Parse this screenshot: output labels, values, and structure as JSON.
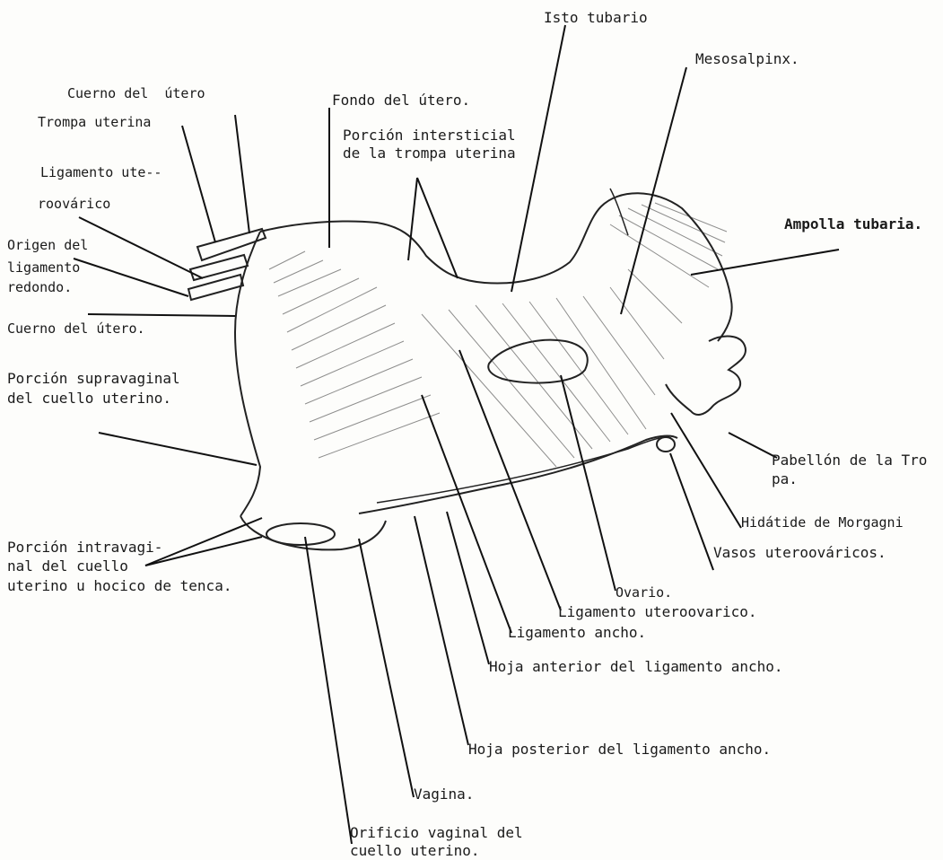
{
  "labels": {
    "isto_tubario": "Isto tubario",
    "mesosalpinx": "Mesosalpinx.",
    "cuerno_utero_top": "Cuerno del  útero",
    "fondo_utero": "Fondo del útero.",
    "trompa_uterina": "Trompa uterina",
    "porcion_intersticial_1": "Porción intersticial",
    "porcion_intersticial_2": "de la trompa uterina",
    "ligamento_utero_1": "Ligamento ute--",
    "ligamento_utero_2": "roovárico",
    "ampolla_tubaria": "Ampolla tubaria.",
    "origen_ligamento_1": "Origen del",
    "origen_ligamento_2": "ligamento",
    "origen_ligamento_3": "redondo.",
    "cuerno_utero_left": "Cuerno del útero.",
    "supravaginal_1": "Porción supravaginal",
    "supravaginal_2": "del cuello uterino.",
    "pabellon_1": "Pabellón de la Tro",
    "pabellon_2": "pa.",
    "hidatide": "Hidátide de Morgagni",
    "intravaginal_1": "Porción intravagi-",
    "intravaginal_2": "nal del cuello",
    "intravaginal_3": "uterino u hocico de tenca.",
    "vasos": "Vasos uteroováricos.",
    "ovario": "Ovario.",
    "ligamento_uteroovarico": "Ligamento uteroovarico.",
    "ligamento_ancho": "Ligamento ancho.",
    "hoja_anterior": "Hoja anterior del ligamento ancho.",
    "hoja_posterior": "Hoja posterior del ligamento ancho.",
    "vagina": "Vagina.",
    "orificio_1": "Orificio vaginal del",
    "orificio_2": "cuello uterino."
  }
}
